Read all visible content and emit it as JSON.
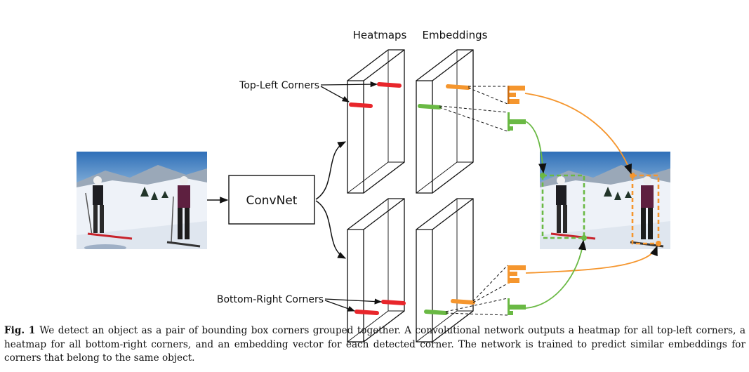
{
  "labels": {
    "heatmaps": "Heatmaps",
    "embeddings": "Embeddings",
    "convnet": "ConvNet",
    "top_left": "Top-Left Corners",
    "bottom_right": "Bottom-Right Corners"
  },
  "caption": {
    "fig_label": "Fig. 1",
    "text": "We detect an object as a pair of bounding box corners grouped together. A convolutional network outputs a heatmap for all top-left corners, a heatmap for all bottom-right corners, and an embedding vector for each detected corner. The network is trained to predict similar embeddings for corners that belong to the same object."
  },
  "colors": {
    "red": "#e8262b",
    "orange": "#f5962e",
    "green": "#6ab944",
    "line": "#111111"
  }
}
